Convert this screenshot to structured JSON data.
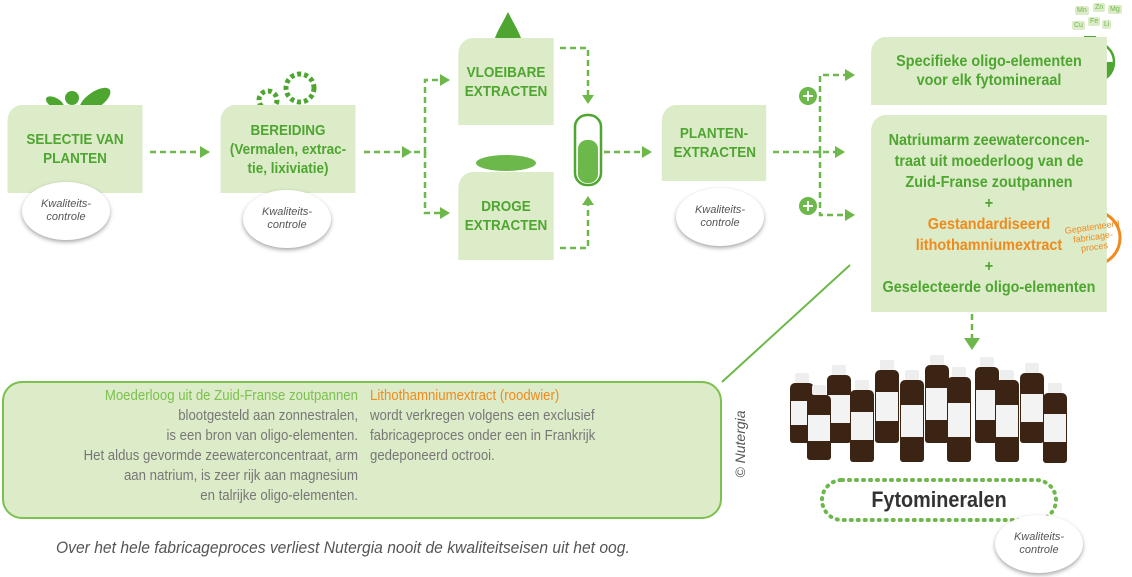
{
  "steps": {
    "selectie": "SELECTIE VAN PLANTEN",
    "bereiding_title": "BEREIDING",
    "bereiding_sub": "(Vermalen, extrac-tie, lixiviatie)",
    "vloeibare": "VLOEIBARE EXTRACTEN",
    "droge": "DROGE EXTRACTEN",
    "planten": "PLANTEN-EXTRACTEN",
    "specifieke": "Specifieke oligo-elementen voor elk fytomineraal",
    "natriumarm": "Natriumarm zeewaterconcen-traat uit moederloog van de Zuid-Franse zoutpannen",
    "plus": "+",
    "gestandaardiseerd": "Gestandardiseerd lithothamniumextract",
    "geselecteerde": "Geselecteerde oligo-elementen"
  },
  "quality_label": "Kwaliteits-controle",
  "stamp": "Gepatenteerd fabricage-proces",
  "elements": [
    "Mn",
    "Zn",
    "Mg",
    "Cu",
    "Fe",
    "Li"
  ],
  "product": "Fytomineralen",
  "info": {
    "left_title": "Moederloog uit de Zuid-Franse zoutpannen",
    "left_lines": [
      "blootgesteld aan zonnestralen,",
      "is een bron van oligo-elementen.",
      "Het aldus gevormde zeewaterconcentraat, arm",
      "aan natrium, is zeer rijk aan magnesium",
      "en talrijke oligo-elementen."
    ],
    "right_title": "Lithothamniumextract (roodwier)",
    "right_lines": [
      "wordt verkregen volgens een exclusief",
      "fabricageproces onder een in Frankrijk",
      "gedeponeerd octrooi."
    ]
  },
  "copyright": "© Nutergia",
  "footer": "Over het hele fabricageproces verliest Nutergia nooit de kwaliteitseisen uit het oog."
}
